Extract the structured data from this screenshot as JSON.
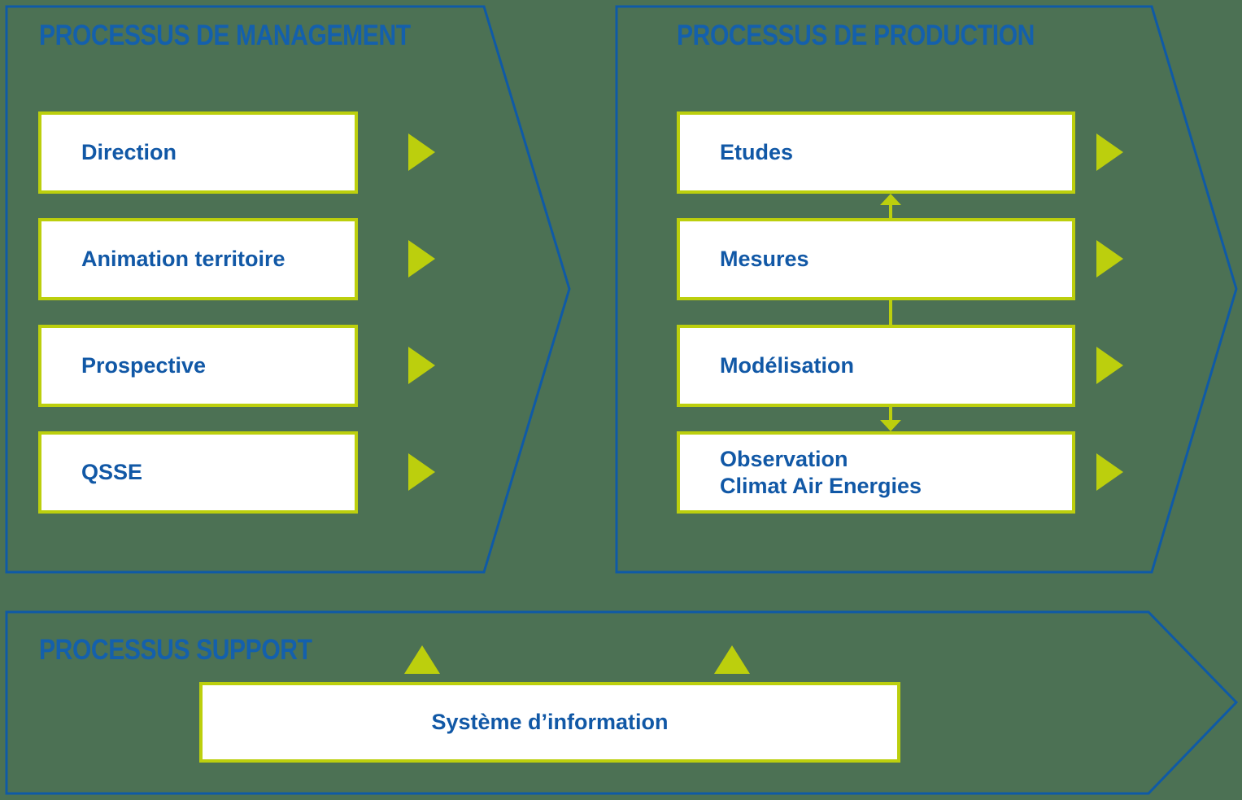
{
  "colors": {
    "background": "#4C7154",
    "outline_blue": "#0F5AA6",
    "title_blue": "#1460AC",
    "text_blue": "#1158A6",
    "accent_yellow_green": "#BCCF0D",
    "box_background": "#FFFFFF"
  },
  "icons": {
    "chevron-right-icon": "▶",
    "arrow-up-icon": "▲",
    "arrow-down-icon": "▼"
  },
  "panels": {
    "management": {
      "title": "PROCESSUS DE MANAGEMENT",
      "boxes": [
        {
          "label": "Direction"
        },
        {
          "label": "Animation territoire"
        },
        {
          "label": "Prospective"
        },
        {
          "label": "QSSE"
        }
      ]
    },
    "production": {
      "title": "PROCESSUS DE PRODUCTION",
      "boxes": [
        {
          "label": "Etudes"
        },
        {
          "label": "Mesures"
        },
        {
          "label": "Modélisation"
        },
        {
          "label": "Observation",
          "label_line2": "Climat Air Energies"
        }
      ]
    },
    "support": {
      "title": "PROCESSUS SUPPORT",
      "boxes": [
        {
          "label": "Système d’information"
        }
      ]
    }
  }
}
